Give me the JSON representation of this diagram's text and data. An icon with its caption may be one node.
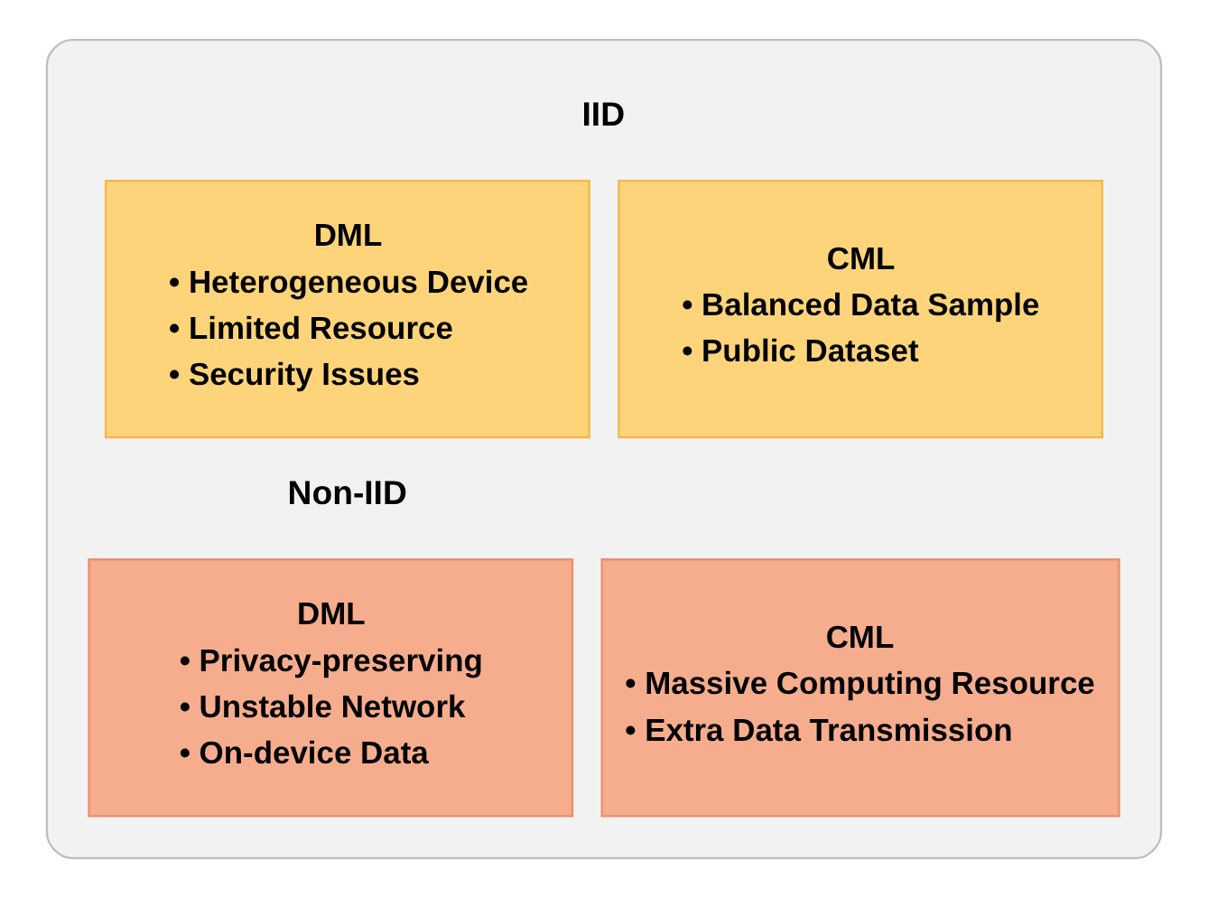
{
  "diagram": {
    "nodes": [
      {
        "text": [],
        "shape": "box"
      },
      {
        "text": [
          "DML",
          "• Heterogeneous Device",
          "• Limited Resource",
          "• Security Issues"
        ],
        "in": 0
      },
      {
        "text": [
          "CML",
          "• Balanced Data Sample",
          "• Public Dataset"
        ],
        "in": 0
      },
      {
        "text": [
          "DML",
          "• Privacy-preserving",
          "• Unstable Network",
          "• On-device Data"
        ],
        "in": 0
      },
      {
        "text": [
          "CML",
          "• Massive Computing Resource",
          "• Extra Data Transmission"
        ],
        "in": 0
      }
    ],
    "edges": [],
    "labels": [
      "IID",
      "Non-IID"
    ]
  }
}
